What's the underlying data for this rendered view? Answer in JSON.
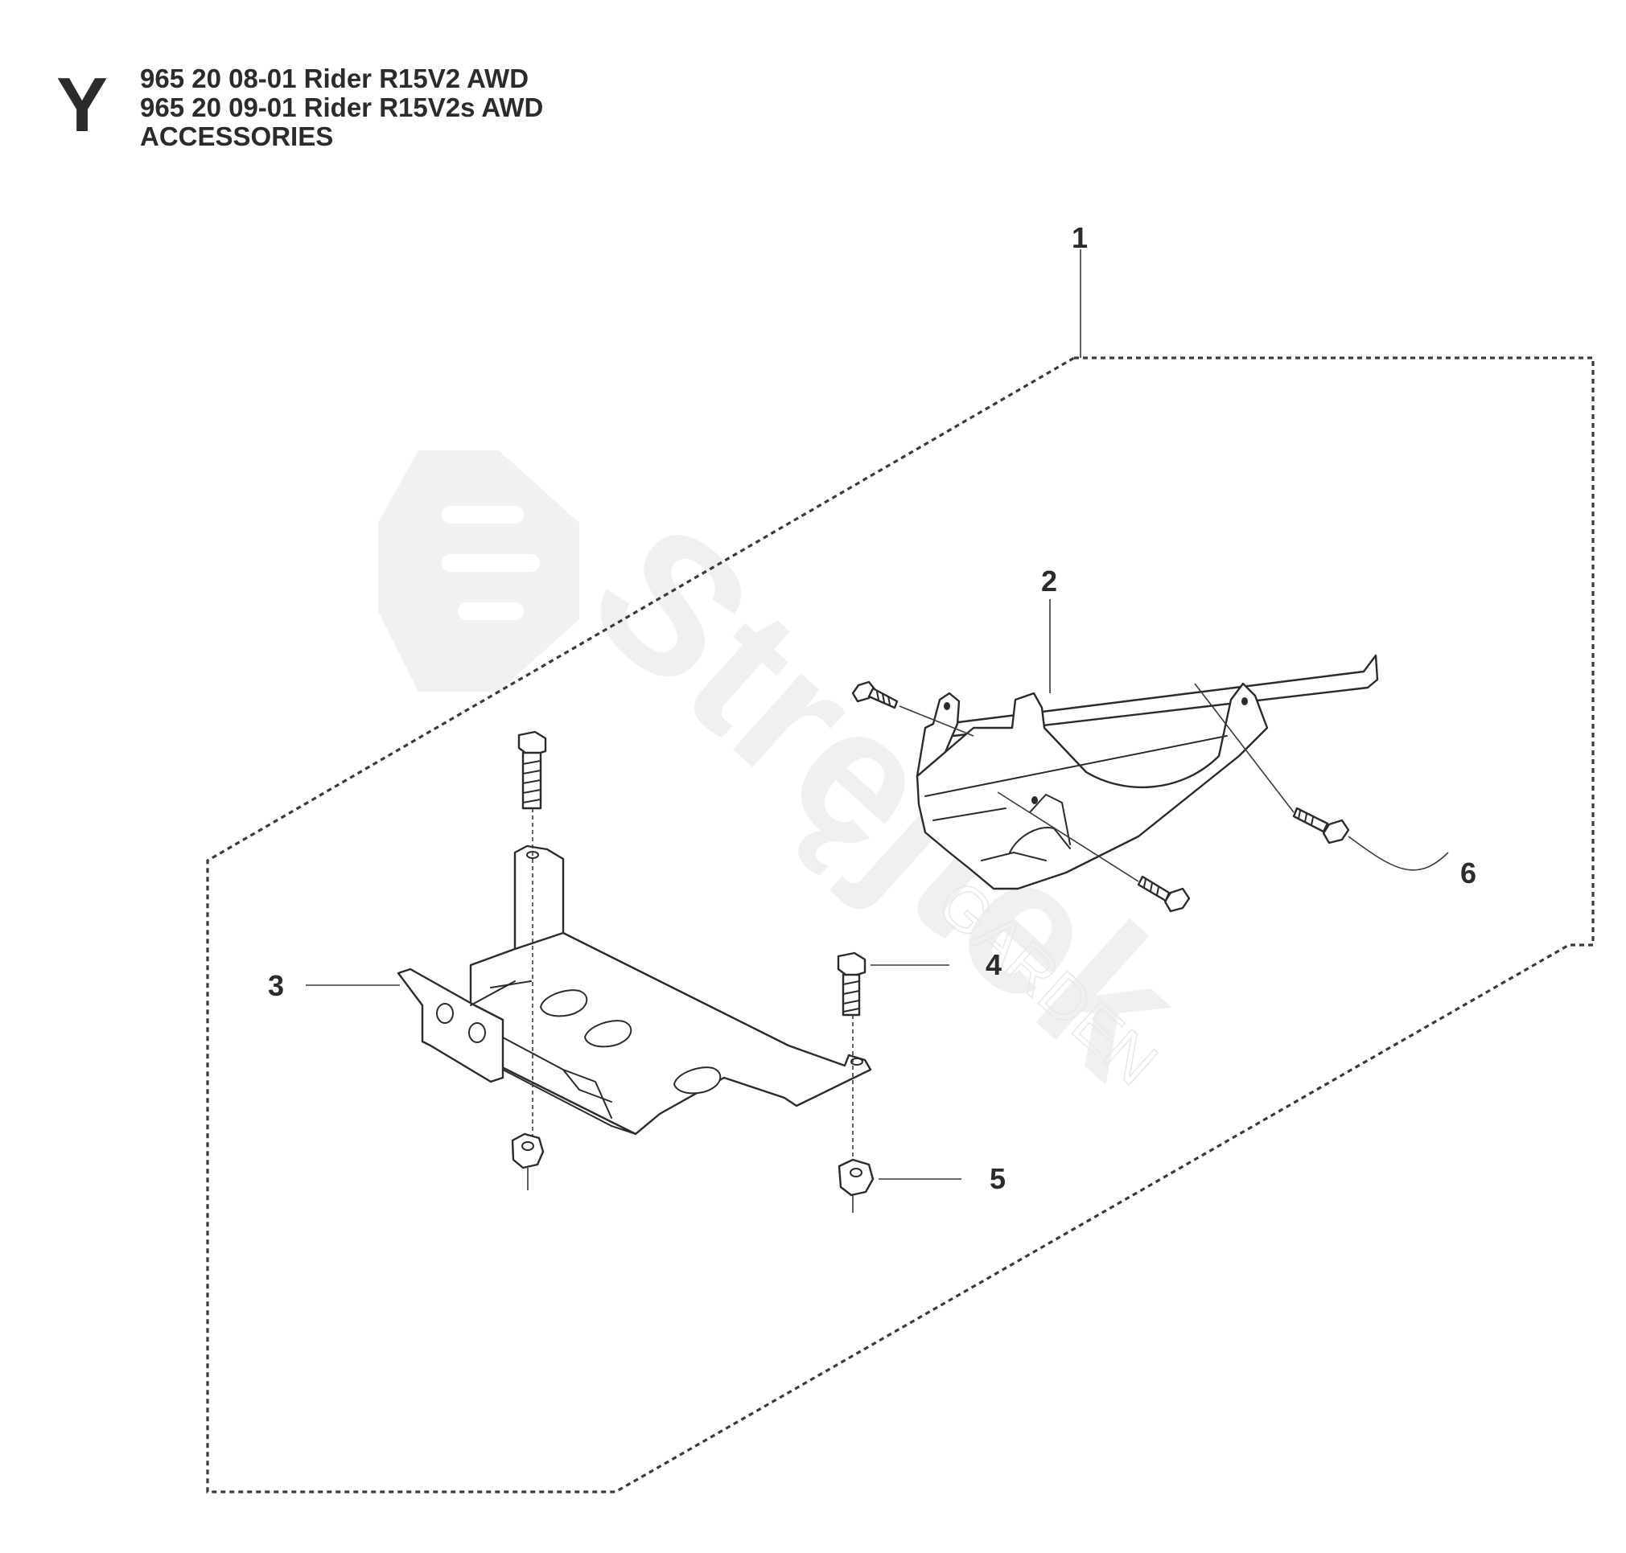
{
  "header": {
    "section_letter": "Y",
    "lines": [
      "965 20 08-01 Rider R15V2 AWD",
      "965 20 09-01 Rider R15V2s AWD",
      "ACCESSORIES"
    ]
  },
  "watermark": {
    "brand": "Stręjtek",
    "sub": "GARDEN"
  },
  "callouts": [
    "1",
    "2",
    "3",
    "4",
    "5",
    "6"
  ],
  "parts": [
    {
      "callout": "1",
      "part": "kit-boundary"
    },
    {
      "callout": "2",
      "part": "rear-guard-plate"
    },
    {
      "callout": "3",
      "part": "front-guard-plate"
    },
    {
      "callout": "4",
      "part": "bolt"
    },
    {
      "callout": "5",
      "part": "nut"
    },
    {
      "callout": "6",
      "part": "bolt"
    }
  ],
  "colors": {
    "line": "#2b2b2b",
    "background": "#ffffff",
    "watermark": "#f1f1f1"
  }
}
